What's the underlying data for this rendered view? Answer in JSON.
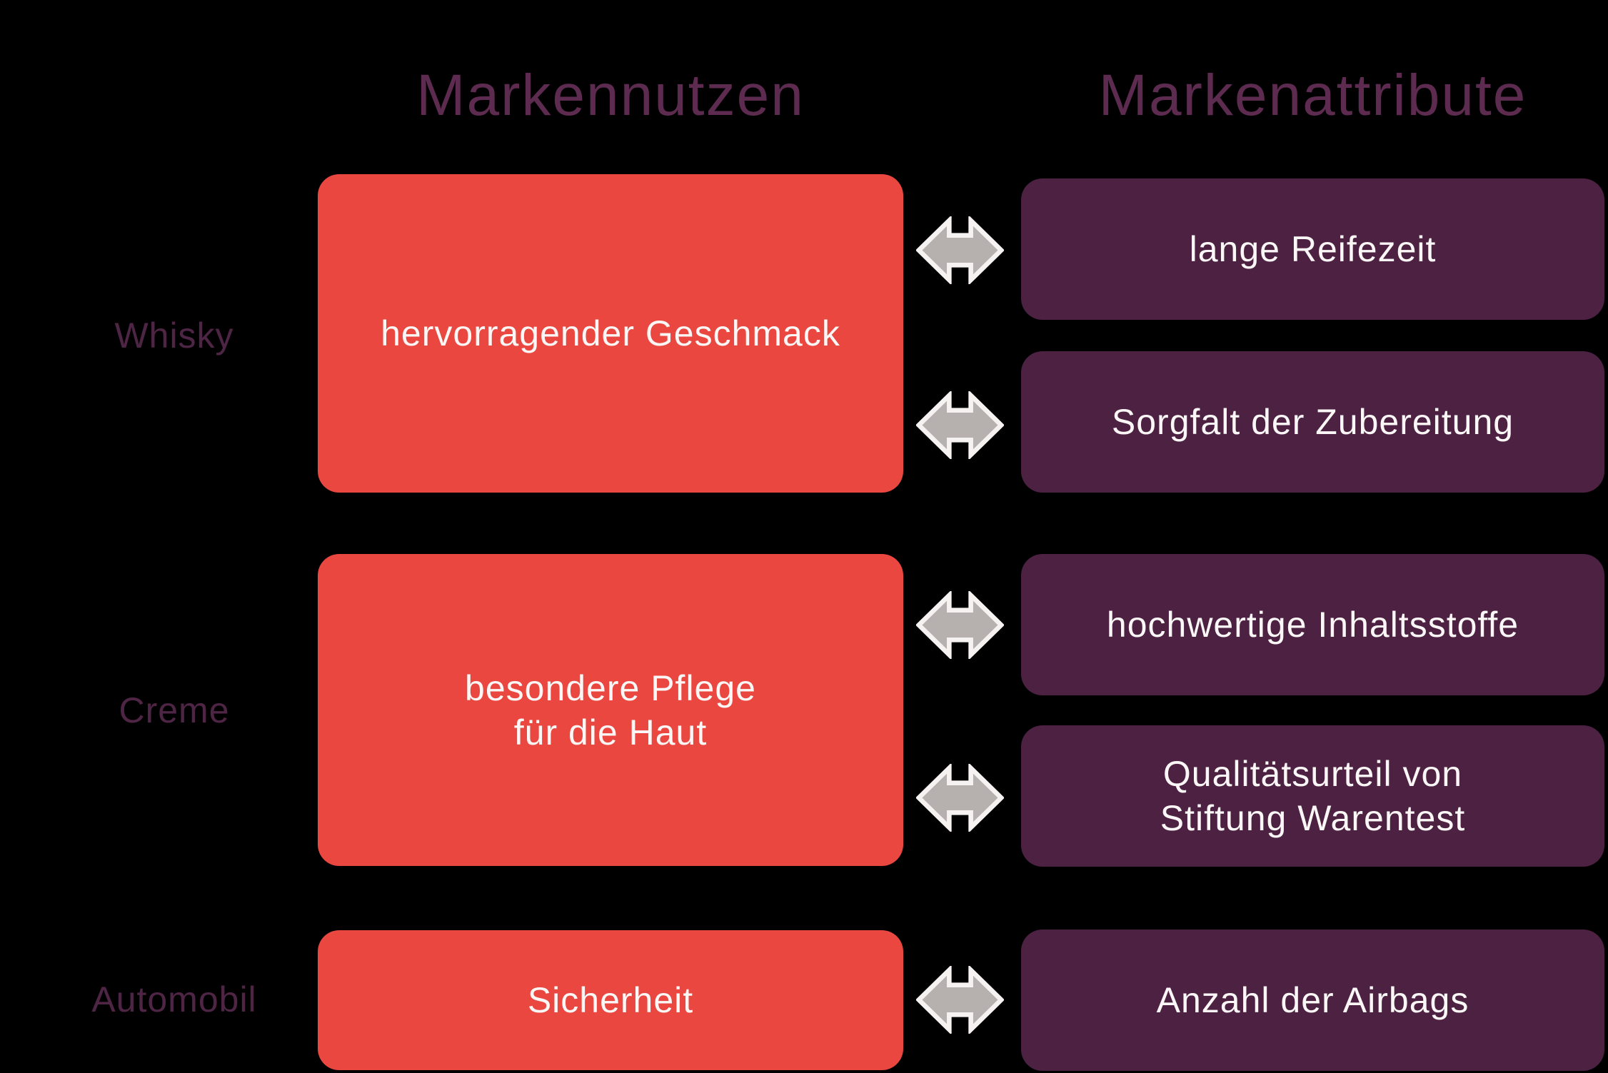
{
  "headers": {
    "left": "Markennutzen",
    "right": "Markenattribute"
  },
  "rows": [
    {
      "category": "Whisky",
      "benefit": "hervorragender Geschmack",
      "attributes": [
        "lange Reifezeit",
        "Sorgfalt der Zubereitung"
      ]
    },
    {
      "category": "Creme",
      "benefit": "besondere Pflege\nfür die Haut",
      "attributes": [
        "hochwertige Inhaltsstoffe",
        "Qualitätsurteil von\nStiftung Warentest"
      ]
    },
    {
      "category": "Automobil",
      "benefit": "Sicherheit",
      "attributes": [
        "Anzahl der Airbags"
      ]
    }
  ],
  "icons": {
    "relation": "double-arrow-icon"
  },
  "colors": {
    "background": "#000000",
    "benefit_box": "#e9473f",
    "attribute_box": "#4c2142",
    "box_text": "#fbf7f6",
    "header_text": "#5e2b50",
    "label_text": "#4f2546",
    "arrow_fill": "#b6b0ae",
    "arrow_outline": "#f6f2f1"
  }
}
